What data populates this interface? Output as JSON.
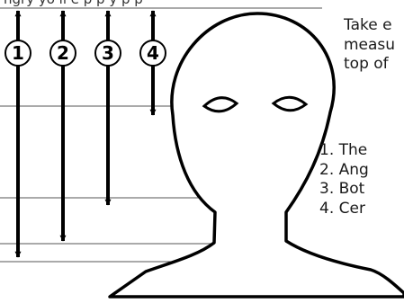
{
  "intro_lines": [
    "Take e",
    "measu",
    "top of"
  ],
  "steps": [
    "1. The",
    "2. Ang",
    "3. Bot",
    "4. Cer"
  ],
  "markers": [
    "1",
    "2",
    "3",
    "4"
  ],
  "top_partial_text": "ngry yo ll e p p y p p"
}
